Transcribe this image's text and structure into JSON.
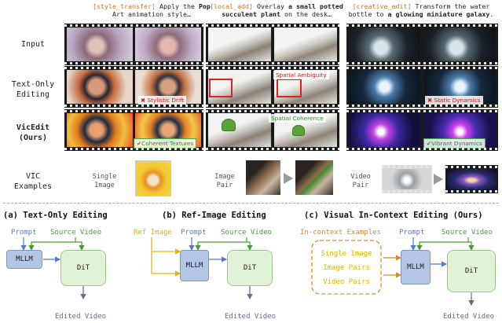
{
  "prompts": [
    {
      "tag": "[style_transfer]",
      "pre": " Apply the ",
      "bold": "Pop",
      "line2": "Art animation style…"
    },
    {
      "tag": "[local_add]",
      "pre": " Overlay ",
      "bold": "a small potted",
      "line2": "succulent plant",
      "line2_rest": " on the desk…"
    },
    {
      "tag": "[creative_edit]",
      "pre": " Transform the water",
      "bold": "",
      "line2": "bottle to ",
      "line2_bold": "a glowing miniature galaxy",
      "line2_rest": "."
    }
  ],
  "rows": {
    "input": "Input",
    "text_only_1": "Text-Only",
    "text_only_2": "Editing",
    "vicedit_1": "VicEdit",
    "vicedit_2": "(Ours)",
    "vic_1": "VIC",
    "vic_2": "Examples"
  },
  "tags": {
    "stylistic_drift": "Stylistic Drift",
    "spatial_ambiguity": "Spatial Ambiguity",
    "static_dynamics": "Static Dynamics",
    "coherent_textures": "Coherent Textures",
    "spatial_coherence": "Spatial Coherence",
    "vibrant_dynamics": "Vibrant Dynamics"
  },
  "vic": {
    "single_1": "Single",
    "single_2": "Image",
    "pair_1": "Image",
    "pair_2": "Pair",
    "video_1": "Video",
    "video_2": "Pair"
  },
  "diagrams": {
    "a": {
      "title": "(a) Text-Only Editing",
      "prompt": "Prompt",
      "source": "Source Video",
      "mllm": "MLLM",
      "dit": "DiT",
      "output": "Edited Video"
    },
    "b": {
      "title": "(b) Ref-Image Editing",
      "ref": "Ref Image",
      "prompt": "Prompt",
      "source": "Source Video",
      "mllm": "MLLM",
      "dit": "DiT",
      "output": "Edited Video"
    },
    "c": {
      "title": "(c) Visual In-Context Editing (Ours)",
      "incontext": "In-context Examples",
      "prompt": "Prompt",
      "source": "Source Video",
      "examples": [
        "Single Image",
        "Image Pairs",
        "Video Pairs"
      ],
      "mllm": "MLLM",
      "dit": "DiT",
      "output": "Edited Video"
    }
  },
  "colors": {
    "orange": "#d98a2b",
    "yellow": "#e0b400",
    "prompt_blue": "#5a78c8",
    "source_green": "#4a9a3a",
    "output_gray": "#6a6a80",
    "bad_red": "#dd1111",
    "good_green": "#2a8a2a"
  }
}
